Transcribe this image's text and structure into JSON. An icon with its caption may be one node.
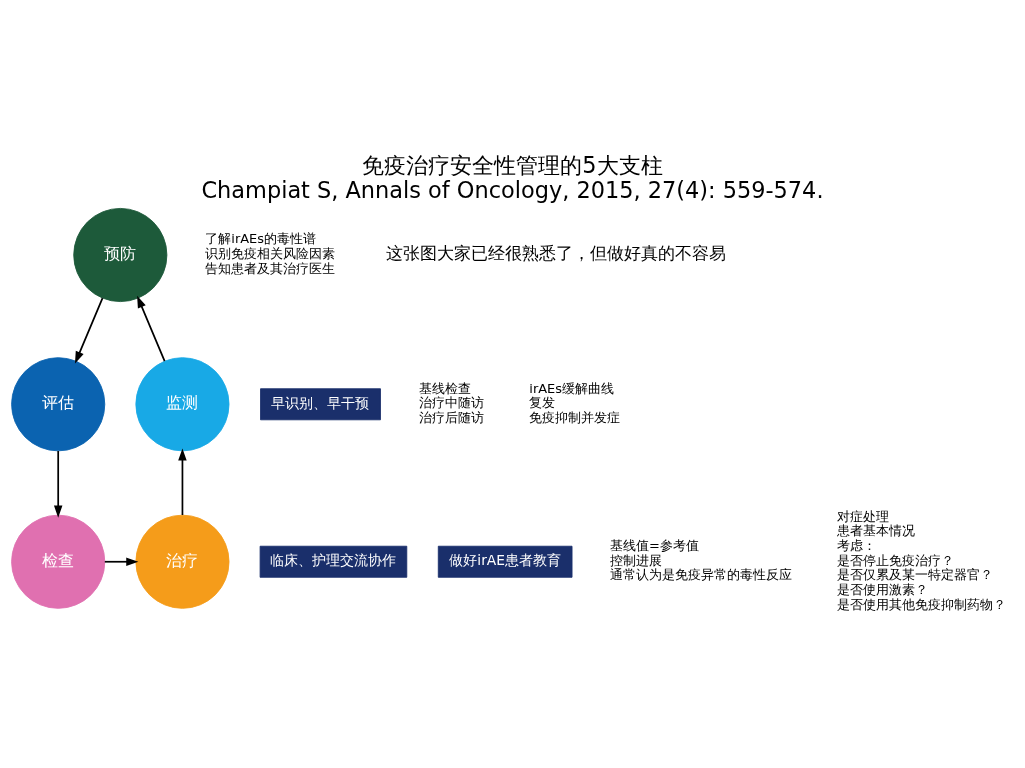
{
  "diagram": {
    "title": "免疫治疗安全性管理的5大支柱",
    "caption": "Champiat S, Annals of Oncology, 2015, 27(4): 559-574.",
    "nodes": [
      {
        "text": [
          "预防"
        ],
        "beside": [
          "了解irAEs的毒性谱",
          "识别免疫相关风险因素",
          "告知患者及其治疗医生"
        ]
      },
      {
        "text": [
          "评估"
        ],
        "beside": [
          "基线检查",
          "治疗中随访",
          "治疗后随访"
        ]
      },
      {
        "text": [
          "检查"
        ],
        "beside": [
          "基线值=参考值",
          "控制进展",
          "通常认为是免疫异常的毒性反应"
        ]
      },
      {
        "text": [
          "治疗"
        ],
        "beside": [
          "对症处理",
          "患者基本情况",
          "考虑：",
          "是否停止免疫治疗？",
          "是否仅累及某一特定器官？",
          "是否使用激素？",
          "是否使用其他免疫抑制药物？"
        ]
      },
      {
        "text": [
          "监测"
        ],
        "beside": [
          "irAEs缓解曲线",
          "复发",
          "免疫抑制并发症"
        ]
      },
      {
        "text": [
          "早识别、早干预"
        ]
      },
      {
        "text": [
          "临床、护理交流协作"
        ]
      },
      {
        "text": [
          "做好irAE患者教育"
        ]
      }
    ],
    "edges": [
      {
        "from": 4,
        "to": 0,
        "arrow": "to"
      },
      {
        "from": 0,
        "to": 1,
        "arrow": "to"
      },
      {
        "from": 1,
        "to": 2,
        "arrow": "to"
      },
      {
        "from": 2,
        "to": 3,
        "arrow": "to"
      },
      {
        "from": 3,
        "to": 4,
        "arrow": "to"
      }
    ],
    "labels": [
      "这张图大家已经很熟悉了，但做好真的不容易"
    ]
  }
}
